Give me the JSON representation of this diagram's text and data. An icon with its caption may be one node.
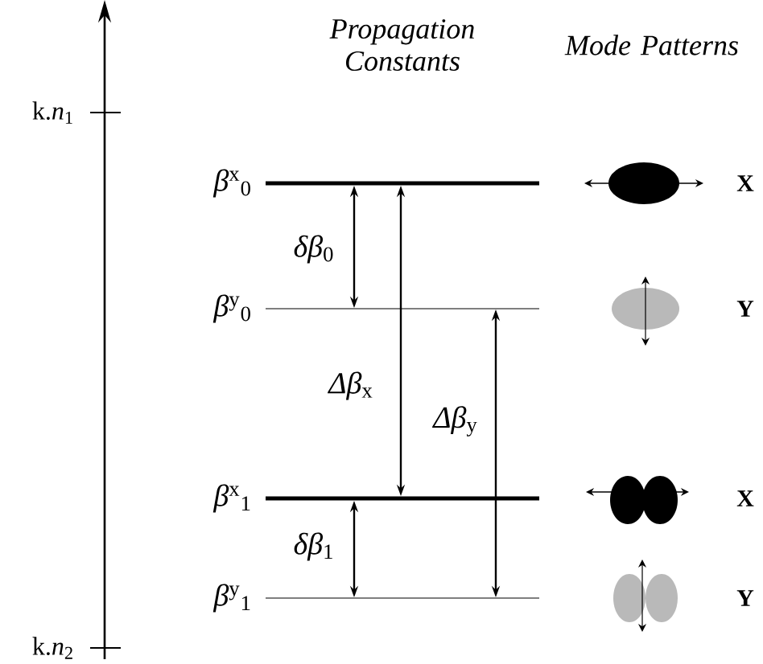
{
  "diagram": {
    "nodes": [
      {
        "text": [],
        "shape": "bar",
        "beside": [
          "*β*$^{x}$$_{0}$"
        ]
      },
      {
        "text": [],
        "shape": "bar",
        "beside": [
          "*β*$^{y}$$_{0}$"
        ]
      },
      {
        "text": [],
        "shape": "bar",
        "beside": [
          "*β*$^{x}$$_{1}$"
        ]
      },
      {
        "text": [],
        "shape": "bar",
        "beside": [
          "*β*$^{y}$$_{1}$"
        ]
      }
    ],
    "edges": [
      {
        "from": 0,
        "to": 1,
        "arrow": "both",
        "label": "*δβ*$_{0}$"
      },
      {
        "from": 0,
        "to": 2,
        "arrow": "both",
        "label": "*Δβ*$_{x}$"
      },
      {
        "from": 1,
        "to": 3,
        "arrow": "both",
        "label": "*Δβ*$_{y}$"
      },
      {
        "from": 2,
        "to": 3,
        "arrow": "both",
        "label": "*δβ*$_{1}$"
      }
    ],
    "labels": [
      "Propagation Constants",
      "Mode Patterns",
      "k.*n*$_{1}$",
      "X",
      "Y",
      "X",
      "Y",
      "k.*n*$_{2}$"
    ]
  }
}
